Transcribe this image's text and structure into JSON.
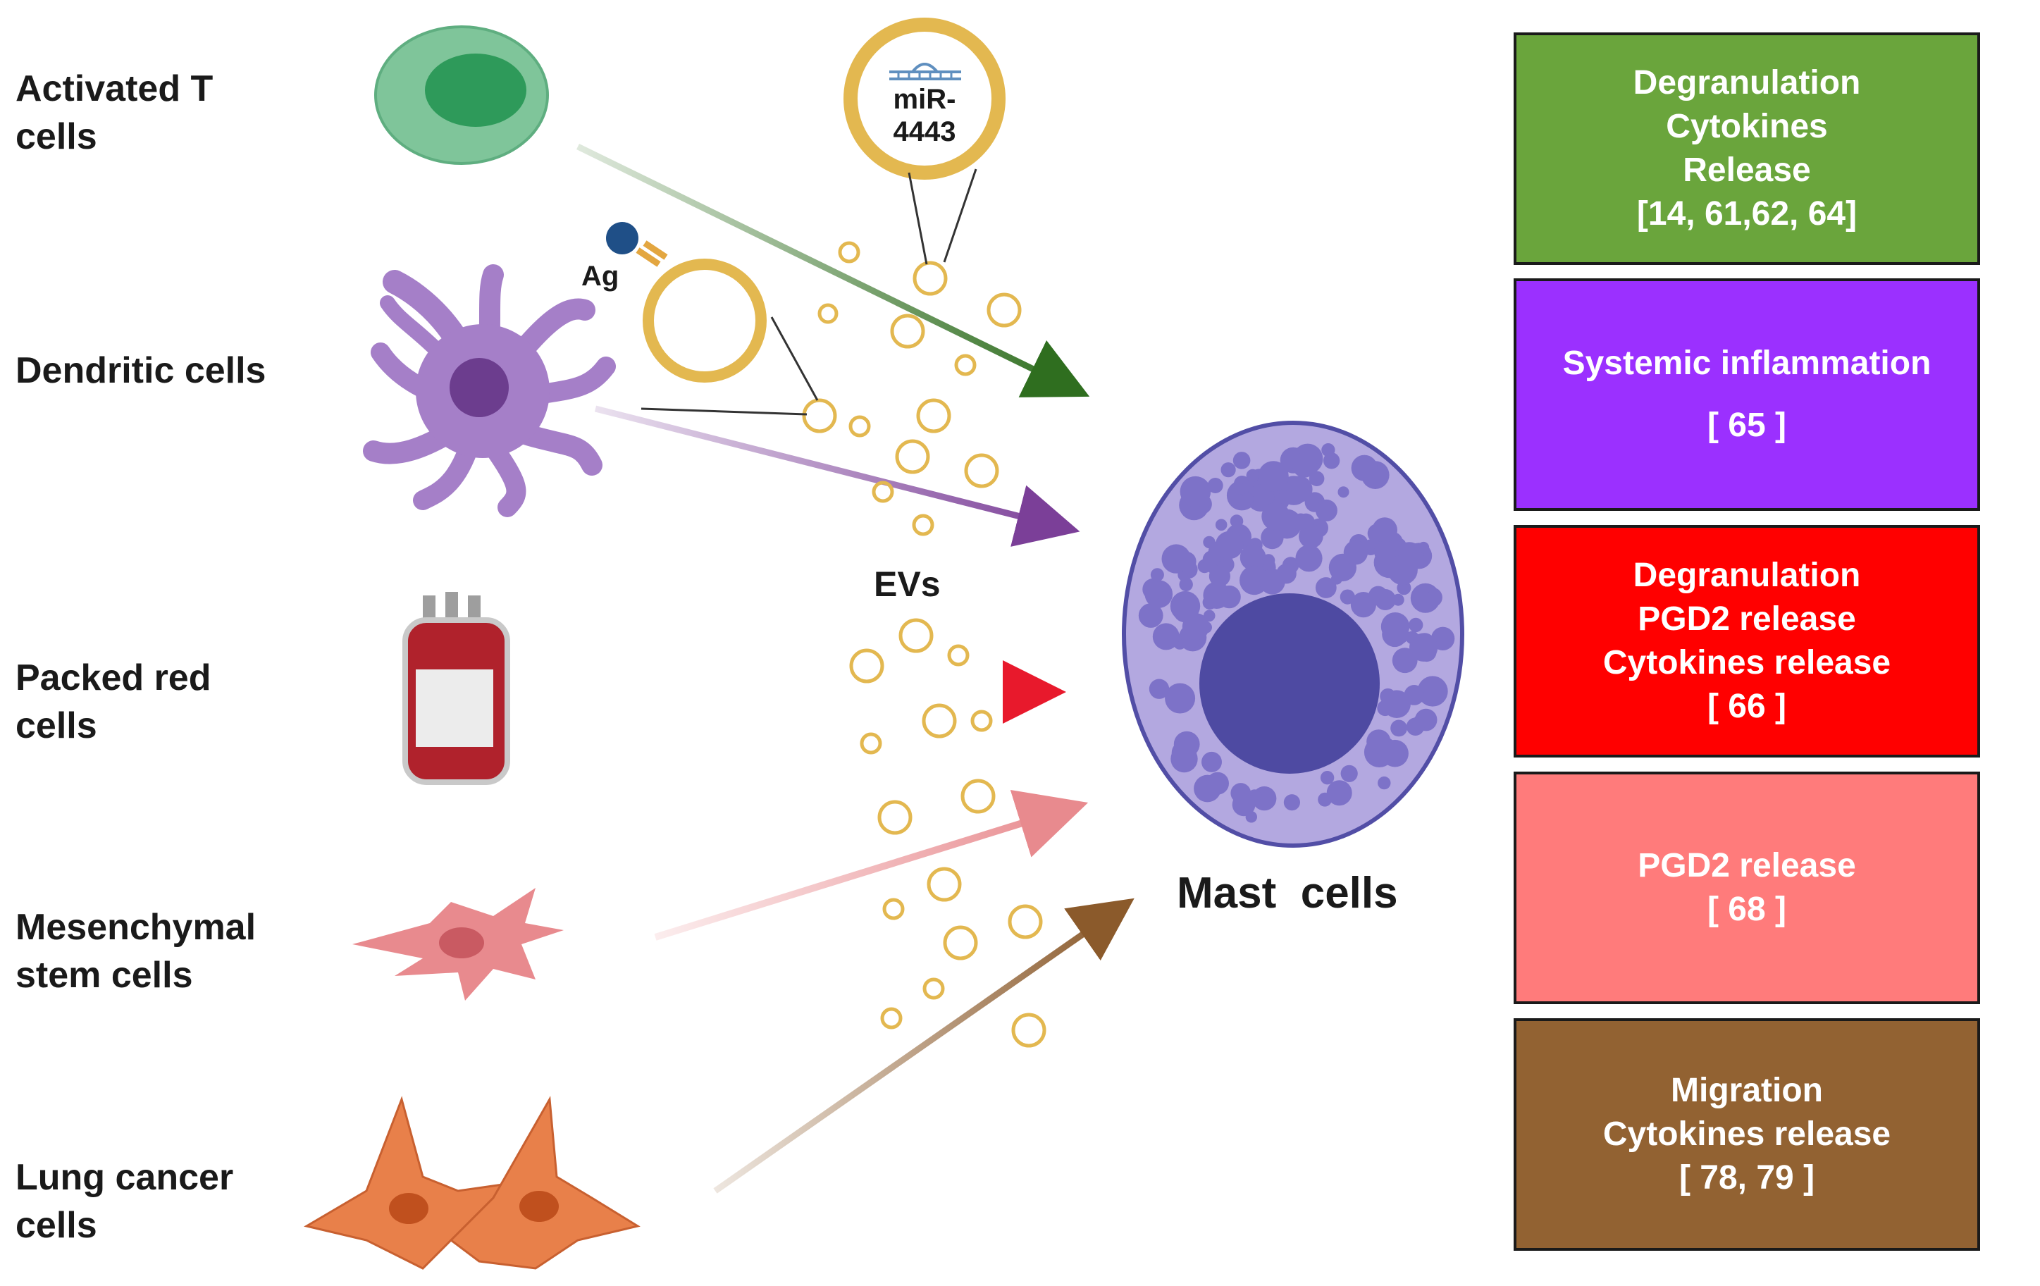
{
  "sources": [
    {
      "id": "t-cells",
      "lines": [
        "Activated T",
        "cells"
      ],
      "arrow_color": "#2f6e1f"
    },
    {
      "id": "dendritic",
      "lines": [
        "Dendritic cells"
      ],
      "arrow_color": "#7b3f98"
    },
    {
      "id": "red-cells",
      "lines": [
        "Packed red",
        "cells"
      ],
      "arrow_color": "#e8192c"
    },
    {
      "id": "msc",
      "lines": [
        "Mesenchymal",
        "stem cells"
      ],
      "arrow_color": "#e88a8e"
    },
    {
      "id": "lung-cancer",
      "lines": [
        "Lung cancer",
        "cells"
      ],
      "arrow_color": "#8b5a2b"
    }
  ],
  "ev_label": "EVs",
  "mirna_label": [
    "miR-",
    "4443"
  ],
  "ag_label": "Ag",
  "target_label": "Mast  cells",
  "effects": [
    {
      "lines": [
        "Degranulation",
        "Cytokines",
        "Release",
        "[14, 61,62, 64]"
      ],
      "color": "#6aa53c"
    },
    {
      "lines": [
        "Systemic inflammation",
        "[ 65 ]"
      ],
      "color": "#9b30ff"
    },
    {
      "lines": [
        "Degranulation",
        "PGD2 release",
        "Cytokines release",
        "[ 66 ]"
      ],
      "color": "#ff0000"
    },
    {
      "lines": [
        "PGD2 release",
        "[ 68 ]"
      ],
      "color": "#ff7b7b"
    },
    {
      "lines": [
        "Migration",
        "Cytokines release",
        "[ 78, 79 ]"
      ],
      "color": "#926232"
    }
  ]
}
